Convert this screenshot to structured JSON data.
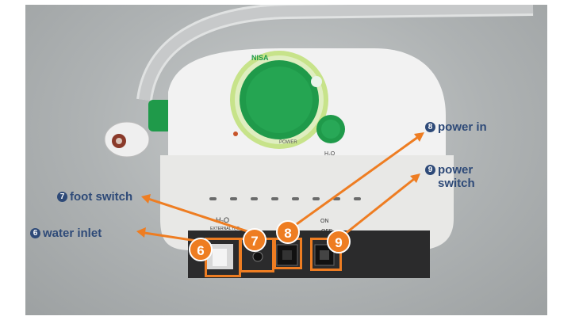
{
  "brand_text": "NISA",
  "device": {
    "power_label": "POWER",
    "water_label": "H₂O",
    "water_port_label": "H₂O",
    "water_port_sublabel": "EXTERNAL H₂O",
    "on_off_top": "ON",
    "on_off_bottom": "OFF"
  },
  "callouts": [
    {
      "num": "6",
      "text": "water inlet"
    },
    {
      "num": "7",
      "text": "foot switch"
    },
    {
      "num": "8",
      "text": "power in"
    },
    {
      "num": "9",
      "text_line1": "power",
      "text_line2": "switch"
    }
  ],
  "colors": {
    "accent_orange": "#ee7d22",
    "label_blue": "#2e4a78",
    "device_green": "#1f9a4a"
  }
}
